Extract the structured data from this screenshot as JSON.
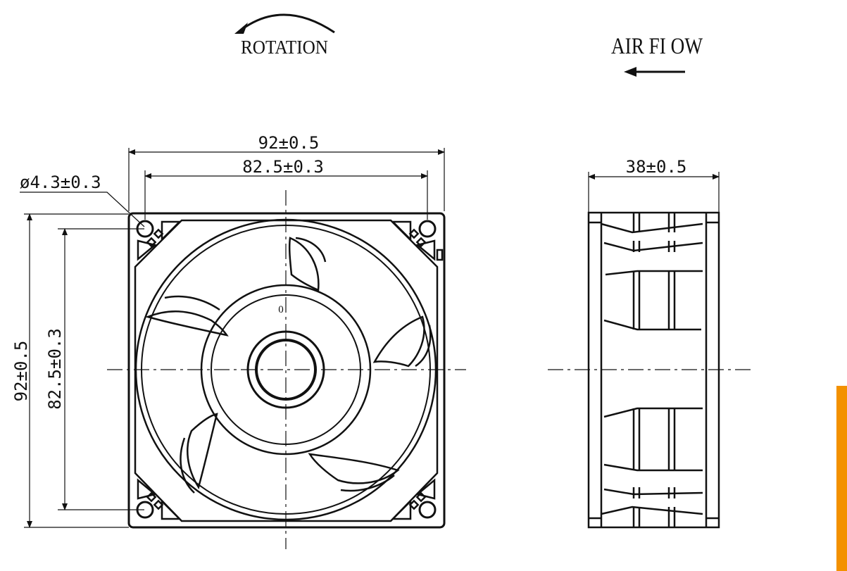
{
  "labels": {
    "rotation": "ROTATION",
    "airflow": "AIR FI OW",
    "hub_mark": "0"
  },
  "dimensions": {
    "width_overall": "92±0.5",
    "width_holes": "82.5±0.3",
    "hole_diameter": "ø4.3±0.3",
    "height_overall": "92±0.5",
    "height_holes": "82.5±0.3",
    "depth": "38±0.5"
  },
  "colors": {
    "line": "#111111",
    "accent": "#f39100"
  },
  "icons": {
    "rotation_arrow": "curved-arrow-icon",
    "airflow_arrow": "left-arrow-icon"
  }
}
